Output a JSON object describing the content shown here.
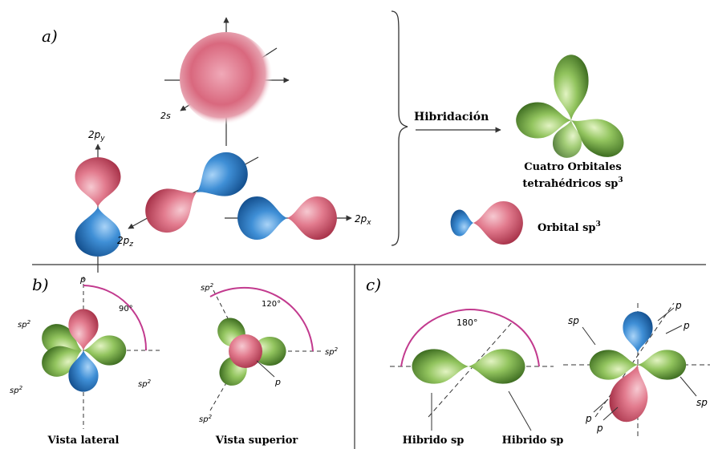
{
  "panel_a": {
    "label": "a)",
    "s_label": "2s",
    "py_label": "2p",
    "py_sub": "y",
    "pz_label": "2p",
    "pz_sub": "z",
    "px_label": "2p",
    "px_sub": "x",
    "arrow_label": "Hibridación",
    "sp3_caption_line1": "Cuatro Orbitales",
    "sp3_caption_line2": "tetrahédricos sp",
    "sp3_caption_sup": "3",
    "single_caption": "Orbital sp",
    "single_caption_sup": "3"
  },
  "panel_b": {
    "label": "b)",
    "p_label": "p",
    "angle_90": "90°",
    "angle_120": "120°",
    "sp2": "sp",
    "sp2_sup": "2",
    "p_small": "p",
    "caption_left": "Vista lateral",
    "caption_right": "Vista superior"
  },
  "panel_c": {
    "label": "c)",
    "angle_180": "180°",
    "sp": "sp",
    "p": "p",
    "caption_left": "Hibrido sp",
    "caption_right": "Hibrido sp"
  },
  "colors": {
    "pink": "#e06a80",
    "blue": "#3f8fd6",
    "green": "#8cc05a",
    "dark_green": "#4f7f2c",
    "arc": "#c23a8e"
  }
}
